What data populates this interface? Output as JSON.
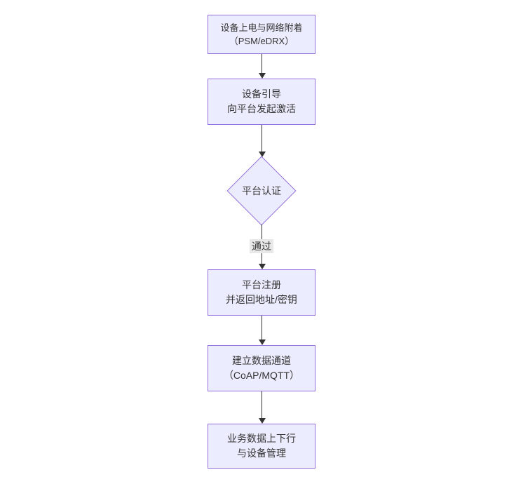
{
  "diagram": {
    "type": "flowchart",
    "direction": "top-down",
    "colors": {
      "node_fill": "#ECECFF",
      "node_border": "#9370DB",
      "arrow": "#333333",
      "edge_label_bg": "#E8E8E8",
      "text": "#333333",
      "background": "#FFFFFF"
    },
    "nodes": [
      {
        "shape": "rect",
        "lines": [
          "设备上电与网络附着",
          "（PSM/eDRX）"
        ]
      },
      {
        "shape": "rect",
        "lines": [
          "设备引导",
          "向平台发起激活"
        ]
      },
      {
        "shape": "diamond",
        "lines": [
          "平台认证"
        ]
      },
      {
        "shape": "rect",
        "lines": [
          "平台注册",
          "并返回地址/密钥"
        ]
      },
      {
        "shape": "rect",
        "lines": [
          "建立数据通道",
          "（CoAP/MQTT）"
        ]
      },
      {
        "shape": "rect",
        "lines": [
          "业务数据上下行",
          "与设备管理"
        ]
      }
    ],
    "edges": [
      {
        "from": 0,
        "to": 1,
        "label": ""
      },
      {
        "from": 1,
        "to": 2,
        "label": ""
      },
      {
        "from": 2,
        "to": 3,
        "label": "通过"
      },
      {
        "from": 3,
        "to": 4,
        "label": ""
      },
      {
        "from": 4,
        "to": 5,
        "label": ""
      }
    ]
  }
}
